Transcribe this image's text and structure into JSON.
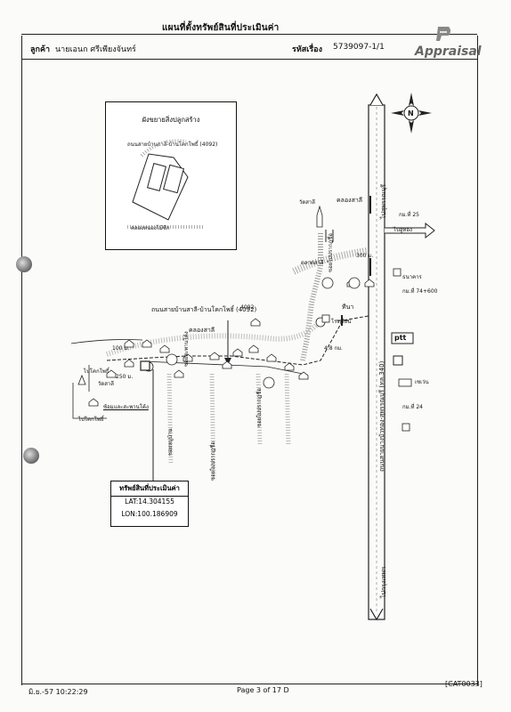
{
  "header": {
    "title": "แผนที่ตั้งทรัพย์สินที่ประเมินค่า",
    "customer_label": "ลูกค้า",
    "customer_name": "นายเอนก ศรีเพียงจันทร์",
    "ref_label": "รหัสเรื่อง",
    "ref_value": "5739097-1/1",
    "logo_text": "Appraisal"
  },
  "inset": {
    "title": "ผังขยายสิ่งปลูกสร้าง",
    "road_top": "ถนนสายบ้านสาลี-บ้านโคกโพธิ์ (4092)",
    "road_bottom": "คลองหนองไม้ซีก"
  },
  "map_labels": {
    "road_main_top": "ไปสุพรรณบุรี",
    "road_main_bottom": "ไปกรุงเทพฯ",
    "road_main_name": "ถนนสายบางบัวทอง-สุพรรณบุรี (ทล.340)",
    "road_local": "ถนนสายบ้านสาลี-บ้านโคกโพธิ์ (4092)",
    "wat": "วัดสาลี",
    "canal_sali": "คลองสาลี",
    "canal_sali_2": "คลองสาลี",
    "to_uthong": "ไปอู่ทอง",
    "km25": "กม.ที่ 25",
    "km24": "กม.ที่ 24",
    "km_plus": "กม.ที่ 74+600",
    "dist_300": "300 ม.",
    "dist_48": "4.8 กม.",
    "thina": "ทีนา",
    "ptt": "ptt",
    "seven": "เซเว่น",
    "bank": "ธนาคาร",
    "school": "โรงเรียน",
    "market": "ตลาดสาลี",
    "to_khokpho": "ไปโคกโพธิ์",
    "soi_1": "ซอยหมู่บ้าน",
    "soi_2": "ซอยไม่ปรากฏชื่อ",
    "soi_3": "ซอยไม่ปรากฏชื่อ",
    "soi_4": "ซอยไม่ปรากฏชื่อ",
    "soi_5": "ซอยสะพานโค้ง",
    "dist_100": "100 ม.",
    "dist_250": "250 ม.",
    "wat_small": "วัดสาลี",
    "bridge": "ซ้อมและสะพานโค้ง",
    "to_khok": "ไปโคกโพธิ์",
    "road_num": "4092"
  },
  "callout": {
    "title": "ทรัพย์สินที่ประเมินค่า",
    "lat": "LAT:14.304155",
    "lon": "LON:100.186909"
  },
  "footer": {
    "left": "มิ.ย.-57 10:22:29",
    "center": "Page 3 of 17 D",
    "right": "[CAT0033]"
  }
}
